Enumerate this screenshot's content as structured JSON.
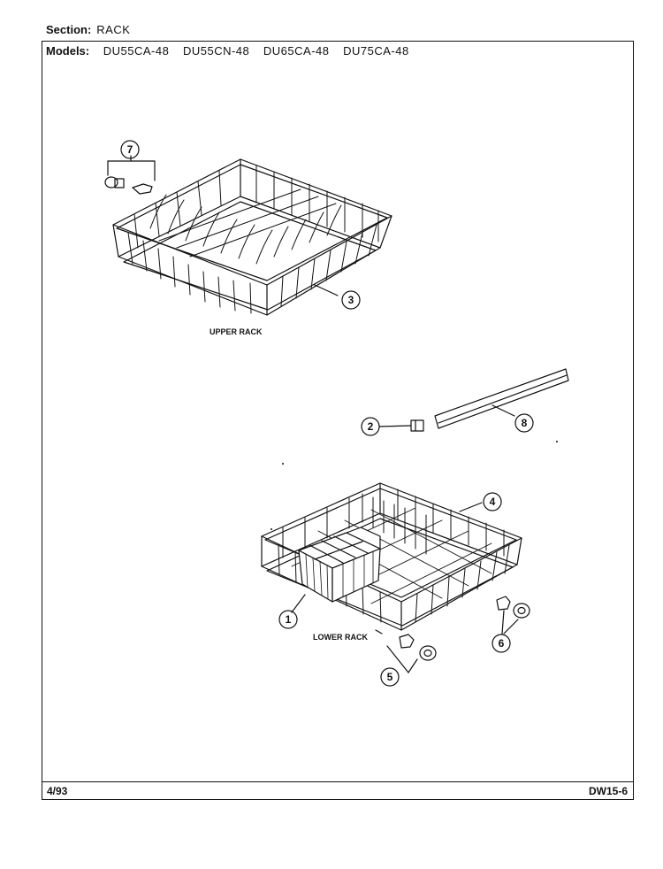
{
  "header": {
    "section_label": "Section:",
    "section_value": "RACK",
    "models_label": "Models:",
    "models": [
      "DU55CA-48",
      "DU55CN-48",
      "DU65CA-48",
      "DU75CA-48"
    ]
  },
  "diagram": {
    "upper_rack_label": "UPPER RACK",
    "lower_rack_label": "LOWER RACK",
    "callouts": [
      "1",
      "2",
      "3",
      "4",
      "5",
      "6",
      "7",
      "8"
    ]
  },
  "footer": {
    "date": "4/93",
    "code": "DW15-6"
  }
}
